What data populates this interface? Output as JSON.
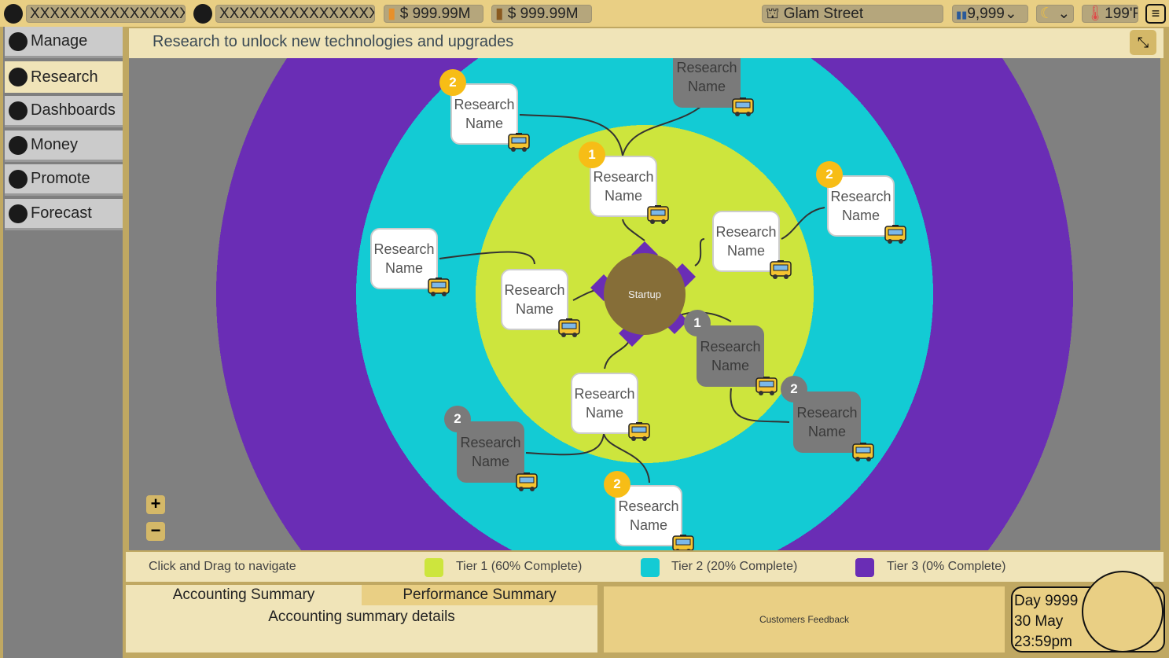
{
  "topbar": {
    "player1": "XXXXXXXXXXXXXXXX",
    "player2": "XXXXXXXXXXXXXXXX",
    "revenue": "$ 999.99M",
    "cash": "$ 999.99M",
    "location": "Glam Street",
    "population": "9,999",
    "temperature": "199'F"
  },
  "sidebar": {
    "items": [
      {
        "label": "Manage"
      },
      {
        "label": "Research"
      },
      {
        "label": "Dashboards"
      },
      {
        "label": "Money"
      },
      {
        "label": "Promote"
      },
      {
        "label": "Forecast"
      }
    ],
    "active": "Research"
  },
  "header": {
    "title": "Research to unlock new technologies and upgrades"
  },
  "map": {
    "center_label": "Startup",
    "node_label": "Research Name",
    "nodes": [
      {
        "badge": ""
      },
      {
        "badge": "2"
      },
      {
        "badge": "1"
      },
      {
        "badge": "2"
      },
      {
        "badge": ""
      },
      {
        "badge": ""
      },
      {
        "badge": ""
      },
      {
        "badge": "1"
      },
      {
        "badge": "2"
      },
      {
        "badge": ""
      },
      {
        "badge": "2"
      },
      {
        "badge": "2"
      }
    ],
    "zoom_in": "+",
    "zoom_out": "−"
  },
  "legend": {
    "hint": "Click and Drag to navigate",
    "tiers": [
      {
        "label": "Tier 1 (60% Complete)",
        "color": "#cde53d",
        "complete": 60
      },
      {
        "label": "Tier 2 (20% Complete)",
        "color": "#13cbd4",
        "complete": 20
      },
      {
        "label": "Tier 3 (0% Complete)",
        "color": "#6a2db5",
        "complete": 0
      }
    ]
  },
  "bottom": {
    "tabs": [
      "Accounting Summary",
      "Performance Summary"
    ],
    "details": "Accounting summary details",
    "feedback": "Customers Feedback"
  },
  "clock": {
    "day": "Day 9999",
    "date": "30 May",
    "time": "23:59pm"
  }
}
